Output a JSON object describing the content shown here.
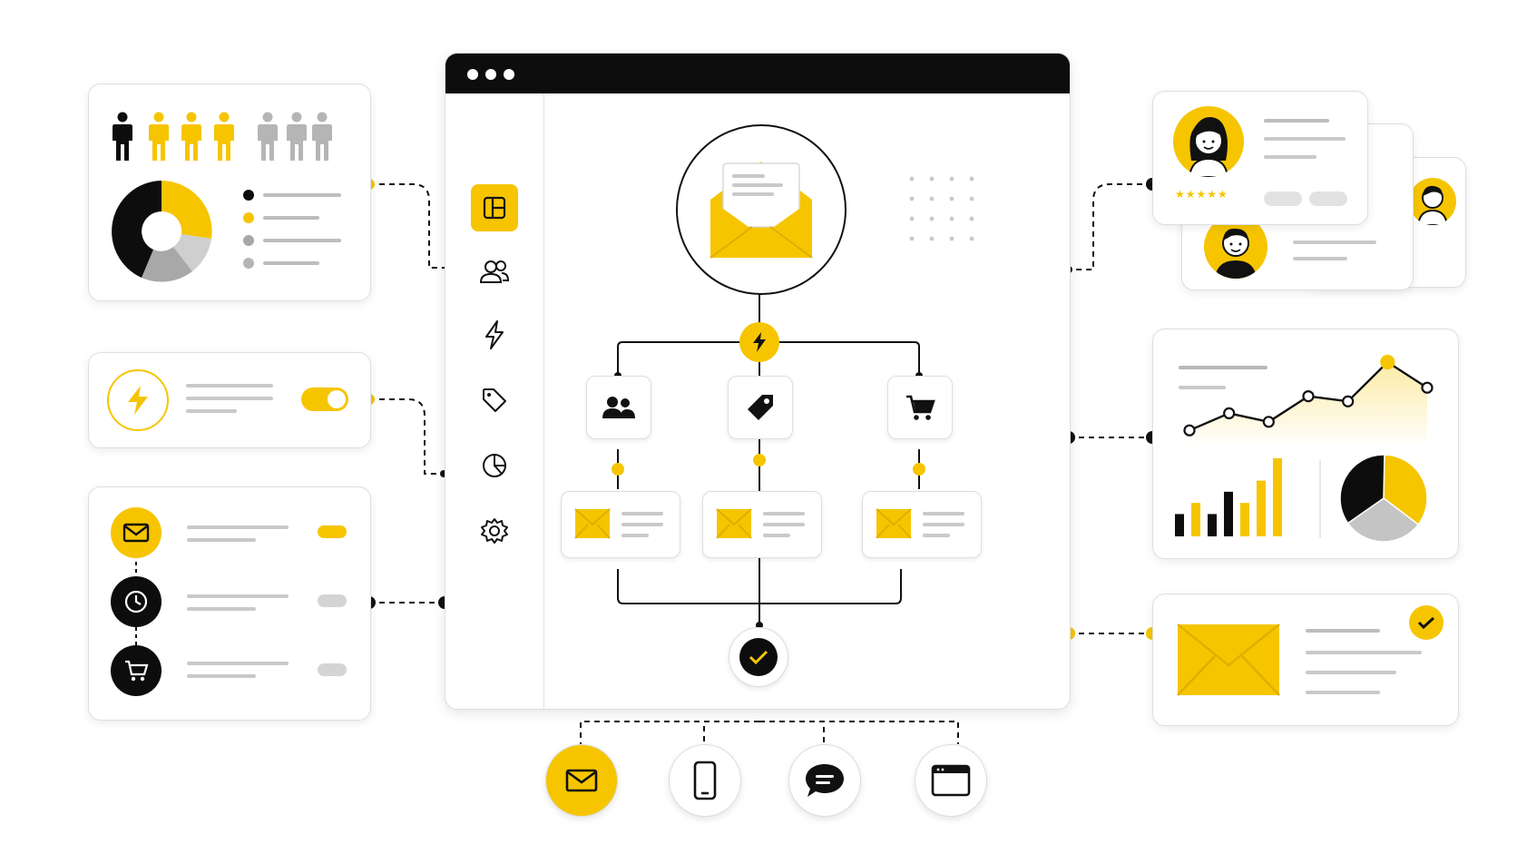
{
  "colors": {
    "accent": "#f6c500",
    "dark": "#0d0d0d",
    "gray": "#b5b5b5",
    "light_gray": "#d9d9d9",
    "border": "#dedede"
  },
  "audience_card": {
    "people_icons": [
      "dark",
      "accent",
      "accent",
      "accent",
      "gray",
      "gray",
      "gray"
    ],
    "donut_legend": [
      "dark",
      "accent",
      "gray",
      "light_gray"
    ]
  },
  "automation_card": {
    "icon": "lightning-icon",
    "toggle_on": true
  },
  "sequence_card": {
    "steps": [
      {
        "icon": "mail-icon",
        "status": "accent"
      },
      {
        "icon": "clock-icon",
        "status": "gray"
      },
      {
        "icon": "cart-icon",
        "status": "gray"
      }
    ]
  },
  "window": {
    "sidebar_icons": [
      "layout-icon",
      "users-icon",
      "lightning-icon",
      "tag-icon",
      "pie-chart-icon",
      "gear-icon"
    ],
    "active_sidebar_index": 0,
    "trigger_icon": "lightning-icon",
    "branches": [
      "users-icon",
      "tag-icon",
      "cart-icon"
    ],
    "end_icon": "check-icon"
  },
  "channels": [
    "mail-icon",
    "phone-icon",
    "chat-icon",
    "browser-icon"
  ],
  "profile_card": {
    "rating_stars": "★★★★★"
  },
  "analytics_card": {
    "line_values": [
      1,
      2,
      1.5,
      3,
      2.7,
      5,
      3.5
    ],
    "bar_values": [
      2,
      3,
      2,
      4,
      3,
      5,
      7
    ],
    "pie_slices": [
      {
        "label": "dark",
        "value": 35
      },
      {
        "label": "accent",
        "value": 35
      },
      {
        "label": "gray",
        "value": 30
      }
    ]
  },
  "email_success_card": {
    "icon": "envelope-icon",
    "status_icon": "check-icon"
  }
}
